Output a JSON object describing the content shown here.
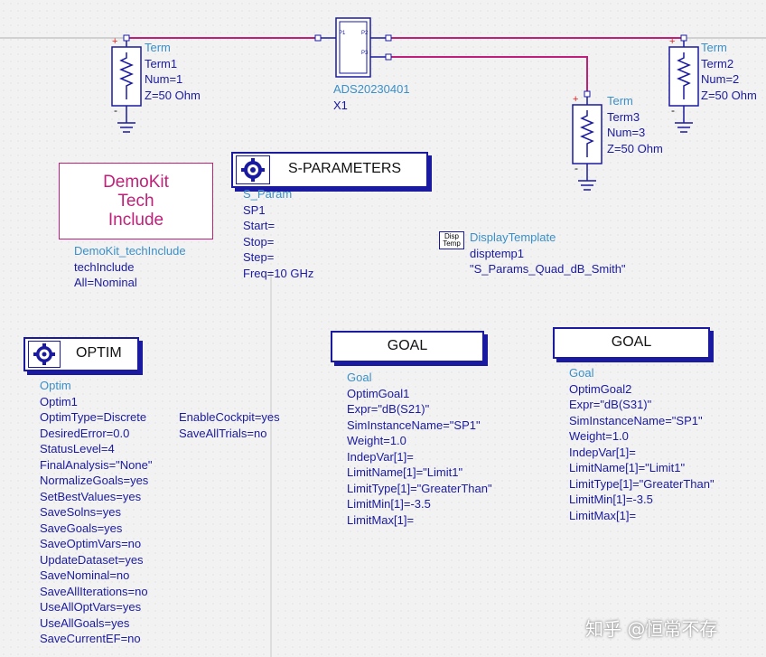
{
  "term1": {
    "lines": [
      "Term",
      "Term1",
      "Num=1",
      "Z=50 Ohm"
    ]
  },
  "term2": {
    "lines": [
      "Term",
      "Term2",
      "Num=2",
      "Z=50 Ohm"
    ]
  },
  "term3": {
    "lines": [
      "Term",
      "Term3",
      "Num=3",
      "Z=50 Ohm"
    ]
  },
  "subckt": {
    "lines": [
      "ADS20230401",
      "X1"
    ],
    "ports": [
      "P1",
      "P2",
      "P3"
    ]
  },
  "sparam": {
    "title": "S-PARAMETERS",
    "lines": [
      "S_Param",
      "SP1",
      "Start=",
      "Stop=",
      "Step=",
      "Freq=10 GHz"
    ]
  },
  "demokit": {
    "box_lines": [
      "DemoKit",
      "Tech",
      "Include"
    ],
    "lines": [
      "DemoKit_techInclude",
      "techInclude",
      "All=Nominal"
    ]
  },
  "display_template": {
    "icon_lines": [
      "Disp",
      "Temp"
    ],
    "lines": [
      "DisplayTemplate",
      "disptemp1",
      "\"S_Params_Quad_dB_Smith\""
    ]
  },
  "optim": {
    "title": "OPTIM",
    "lines": [
      "Optim",
      "Optim1",
      "OptimType=Discrete",
      "DesiredError=0.0",
      "StatusLevel=4",
      "FinalAnalysis=\"None\"",
      "NormalizeGoals=yes",
      "SetBestValues=yes",
      "SaveSolns=yes",
      "SaveGoals=yes",
      "SaveOptimVars=no",
      "UpdateDataset=yes",
      "SaveNominal=no",
      "SaveAllIterations=no",
      "UseAllOptVars=yes",
      "UseAllGoals=yes",
      "SaveCurrentEF=no"
    ],
    "extra_lines": [
      "EnableCockpit=yes",
      "SaveAllTrials=no"
    ]
  },
  "goal1": {
    "title": "GOAL",
    "lines": [
      "Goal",
      "OptimGoal1",
      "Expr=\"dB(S21)\"",
      "SimInstanceName=\"SP1\"",
      "Weight=1.0",
      "IndepVar[1]=",
      "LimitName[1]=\"Limit1\"",
      "LimitType[1]=\"GreaterThan\"",
      "LimitMin[1]=-3.5",
      "LimitMax[1]="
    ]
  },
  "goal2": {
    "title": "GOAL",
    "lines": [
      "Goal",
      "OptimGoal2",
      "Expr=\"dB(S31)\"",
      "SimInstanceName=\"SP1\"",
      "Weight=1.0",
      "IndepVar[1]=",
      "LimitName[1]=\"Limit1\"",
      "LimitType[1]=\"GreaterThan\"",
      "LimitMin[1]=-3.5",
      "LimitMax[1]="
    ]
  },
  "watermark": "知乎 @恒常不存",
  "colors": {
    "wire": "#c0207a",
    "component": "#1a1aa0",
    "label_cyan": "#3a8fc8",
    "background": "#f2f2f2"
  }
}
